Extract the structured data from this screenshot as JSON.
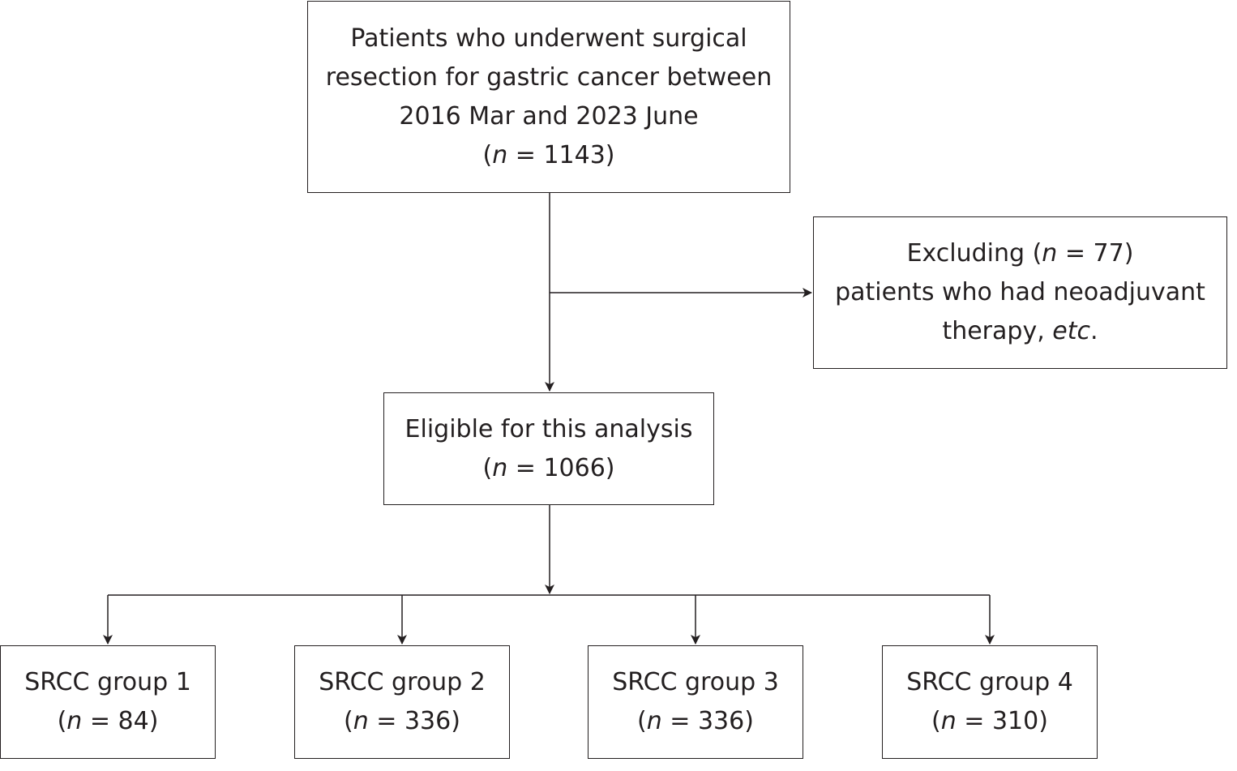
{
  "total": {
    "line1": "Patients who underwent surgical",
    "line2": "resection for gastric cancer between",
    "line3": "2016 Mar and 2023 June",
    "n_open": "(",
    "n_symbol": "n",
    "n_rest": " = 1143)"
  },
  "exclusion": {
    "line1_prefix": "Excluding (",
    "n_symbol": "n",
    "line1_suffix": " = 77)",
    "line2": "patients who had neoadjuvant",
    "line3_prefix": "therapy, ",
    "line3_italic": "etc",
    "line3_suffix": "."
  },
  "eligible": {
    "line1": "Eligible for this analysis",
    "n_open": "(",
    "n_symbol": "n",
    "n_rest": " = 1066)"
  },
  "groups": [
    {
      "label": "SRCC group 1",
      "n_open": "(",
      "n_symbol": "n",
      "n_rest": " = 84)"
    },
    {
      "label": "SRCC group 2",
      "n_open": "(",
      "n_symbol": "n",
      "n_rest": " = 336)"
    },
    {
      "label": "SRCC group 3",
      "n_open": "(",
      "n_symbol": "n",
      "n_rest": " = 336)"
    },
    {
      "label": "SRCC group 4",
      "n_open": "(",
      "n_symbol": "n",
      "n_rest": " = 310)"
    }
  ],
  "colors": {
    "stroke": "#231f20",
    "text": "#231f20",
    "background": "#ffffff"
  }
}
